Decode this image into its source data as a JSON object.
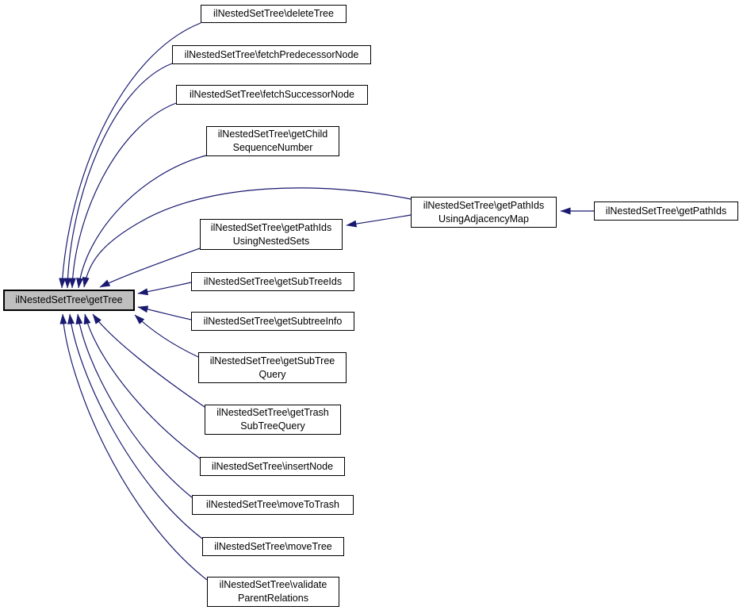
{
  "diagram": {
    "type": "caller-graph",
    "highlight_node": "getTree",
    "colors": {
      "background": "#ffffff",
      "edge": "#191970",
      "node_border": "#000000",
      "node_fill": "#ffffff",
      "highlight_fill": "#bfbfbf",
      "text": "#000000"
    },
    "nodes": [
      {
        "id": "getTree",
        "label_lines": [
          "ilNestedSetTree\\getTree"
        ],
        "highlighted": true
      },
      {
        "id": "deleteTree",
        "label_lines": [
          "ilNestedSetTree\\deleteTree"
        ],
        "highlighted": false
      },
      {
        "id": "fetchPredecessorNode",
        "label_lines": [
          "ilNestedSetTree\\fetchPredecessorNode"
        ],
        "highlighted": false
      },
      {
        "id": "fetchSuccessorNode",
        "label_lines": [
          "ilNestedSetTree\\fetchSuccessorNode"
        ],
        "highlighted": false
      },
      {
        "id": "getChildSequenceNumber",
        "label_lines": [
          "ilNestedSetTree\\getChild",
          "SequenceNumber"
        ],
        "highlighted": false
      },
      {
        "id": "getPathIdsUsingAdjacencyMap",
        "label_lines": [
          "ilNestedSetTree\\getPathIds",
          "UsingAdjacencyMap"
        ],
        "highlighted": false
      },
      {
        "id": "getPathIds",
        "label_lines": [
          "ilNestedSetTree\\getPathIds"
        ],
        "highlighted": false
      },
      {
        "id": "getPathIdsUsingNestedSets",
        "label_lines": [
          "ilNestedSetTree\\getPathIds",
          "UsingNestedSets"
        ],
        "highlighted": false
      },
      {
        "id": "getSubTreeIds",
        "label_lines": [
          "ilNestedSetTree\\getSubTreeIds"
        ],
        "highlighted": false
      },
      {
        "id": "getSubtreeInfo",
        "label_lines": [
          "ilNestedSetTree\\getSubtreeInfo"
        ],
        "highlighted": false
      },
      {
        "id": "getSubTreeQuery",
        "label_lines": [
          "ilNestedSetTree\\getSubTree",
          "Query"
        ],
        "highlighted": false
      },
      {
        "id": "getTrashSubTreeQuery",
        "label_lines": [
          "ilNestedSetTree\\getTrash",
          "SubTreeQuery"
        ],
        "highlighted": false
      },
      {
        "id": "insertNode",
        "label_lines": [
          "ilNestedSetTree\\insertNode"
        ],
        "highlighted": false
      },
      {
        "id": "moveToTrash",
        "label_lines": [
          "ilNestedSetTree\\moveToTrash"
        ],
        "highlighted": false
      },
      {
        "id": "moveTree",
        "label_lines": [
          "ilNestedSetTree\\moveTree"
        ],
        "highlighted": false
      },
      {
        "id": "validateParentRelations",
        "label_lines": [
          "ilNestedSetTree\\validate",
          "ParentRelations"
        ],
        "highlighted": false
      }
    ],
    "edges": [
      {
        "from": "deleteTree",
        "to": "getTree"
      },
      {
        "from": "fetchPredecessorNode",
        "to": "getTree"
      },
      {
        "from": "fetchSuccessorNode",
        "to": "getTree"
      },
      {
        "from": "getChildSequenceNumber",
        "to": "getTree"
      },
      {
        "from": "getPathIdsUsingAdjacencyMap",
        "to": "getTree"
      },
      {
        "from": "getPathIdsUsingNestedSets",
        "to": "getTree"
      },
      {
        "from": "getSubTreeIds",
        "to": "getTree"
      },
      {
        "from": "getSubtreeInfo",
        "to": "getTree"
      },
      {
        "from": "getSubTreeQuery",
        "to": "getTree"
      },
      {
        "from": "getTrashSubTreeQuery",
        "to": "getTree"
      },
      {
        "from": "insertNode",
        "to": "getTree"
      },
      {
        "from": "moveToTrash",
        "to": "getTree"
      },
      {
        "from": "moveTree",
        "to": "getTree"
      },
      {
        "from": "validateParentRelations",
        "to": "getTree"
      },
      {
        "from": "getPathIds",
        "to": "getPathIdsUsingAdjacencyMap"
      },
      {
        "from": "getPathIdsUsingAdjacencyMap",
        "to": "getPathIdsUsingNestedSets"
      }
    ]
  }
}
